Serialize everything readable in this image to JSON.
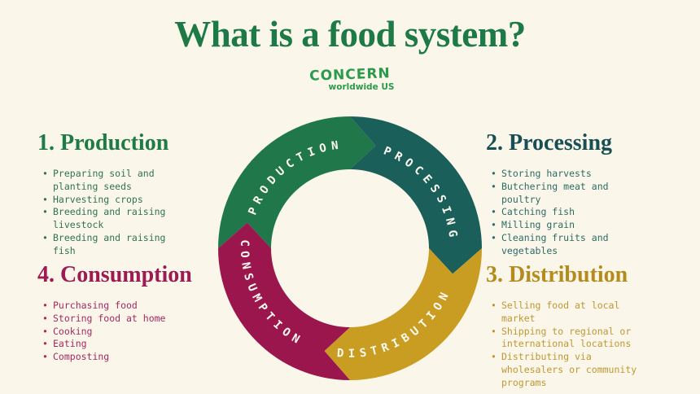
{
  "title": "What is a food system?",
  "logo": {
    "wordmark": "CONCERN",
    "tagline": "worldwide US",
    "color": "#2b9a4c"
  },
  "background_color": "#faf6ea",
  "cycle": {
    "type": "cycle-diagram",
    "direction": "clockwise",
    "label_color": "#fdfaf0",
    "segments": [
      {
        "label": "PRODUCTION",
        "color": "#20774a"
      },
      {
        "label": "PROCESSING",
        "color": "#1b5f5b"
      },
      {
        "label": "DISTRIBUTION",
        "color": "#c89d22"
      },
      {
        "label": "CONSUMPTION",
        "color": "#9c164e"
      }
    ]
  },
  "sections": [
    {
      "heading": "1. Production",
      "color": "#1e7a46",
      "items": [
        "Preparing soil and planting seeds",
        "Harvesting crops",
        "Breeding and raising livestock",
        "Breeding and raising fish"
      ]
    },
    {
      "heading": "2. Processing",
      "color": "#174f54",
      "items": [
        "Storing harvests",
        "Butchering meat and poultry",
        "Catching fish",
        "Milling grain",
        "Cleaning fruits and vegetables"
      ]
    },
    {
      "heading": "3. Distribution",
      "color": "#b68b1e",
      "items": [
        "Selling food at local market",
        "Shipping to regional or international locations",
        "Distributing via wholesalers or community programs"
      ]
    },
    {
      "heading": "4. Consumption",
      "color": "#9e1a52",
      "items": [
        "Purchasing food",
        "Storing food at home",
        "Cooking",
        "Eating",
        "Composting"
      ]
    }
  ]
}
